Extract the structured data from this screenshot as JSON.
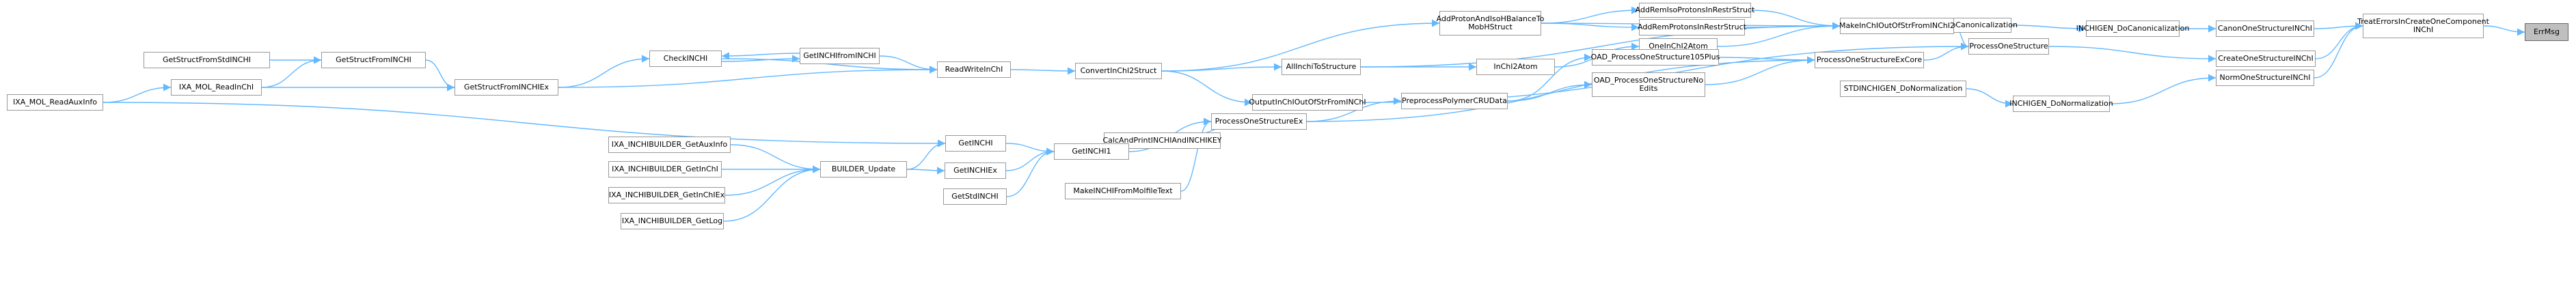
{
  "graph": {
    "edge_color": "#63b8ff",
    "nodes": [
      {
        "id": "ErrMsg",
        "label": "ErrMsg",
        "root": true
      },
      {
        "id": "TreatErrors",
        "label": "TreatErrorsInCreateOneComponent\nINChI"
      },
      {
        "id": "CanonOne",
        "label": "CanonOneStructureINChI"
      },
      {
        "id": "CreateOne",
        "label": "CreateOneStructureINChI"
      },
      {
        "id": "NormOne",
        "label": "NormOneStructureINChI"
      },
      {
        "id": "InchigenCanon",
        "label": "INCHIGEN_DoCanonicalization"
      },
      {
        "id": "StdInchigenCanon",
        "label": "STDINCHIGEN_DoCanonicalization"
      },
      {
        "id": "ProcessOne",
        "label": "ProcessOneStructure"
      },
      {
        "id": "InchigenNorm",
        "label": "INCHIGEN_DoNormalization"
      },
      {
        "id": "StdInchigenNorm",
        "label": "STDINCHIGEN_DoNormalization"
      },
      {
        "id": "MakeInChIOut",
        "label": "MakeInChIOutOfStrFromINChI2"
      },
      {
        "id": "ProcessOneEx",
        "label": "ProcessOneStructureExCore"
      },
      {
        "id": "AddRemIso",
        "label": "AddRemIsoProtonsInRestrStruct"
      },
      {
        "id": "AddRemProtons",
        "label": "AddRemProtonsInRestrStruct"
      },
      {
        "id": "OneInChI2Atom",
        "label": "OneInChI2Atom"
      },
      {
        "id": "OAD105",
        "label": "OAD_ProcessOneStructure105Plus"
      },
      {
        "id": "OADNoEdits",
        "label": "OAD_ProcessOneStructureNo\nEdits"
      },
      {
        "id": "AddProton",
        "label": "AddProtonAndIsoHBalanceTo\nMobHStruct"
      },
      {
        "id": "InChI2Atom",
        "label": "InChI2Atom"
      },
      {
        "id": "Preprocess",
        "label": "PreprocessPolymerCRUData"
      },
      {
        "id": "AllInchi",
        "label": "AllInchiToStructure"
      },
      {
        "id": "ProcessOneStrEx",
        "label": "ProcessOneStructureEx"
      },
      {
        "id": "ConvertInChI2",
        "label": "ConvertInChI2Struct"
      },
      {
        "id": "OutputInChI",
        "label": "OutputInChIOutOfStrFromINChI"
      },
      {
        "id": "CalcAndPrint",
        "label": "CalcAndPrintINCHIAndINCHIKEY"
      },
      {
        "id": "GetINCHI1",
        "label": "GetINCHI1"
      },
      {
        "id": "MakeINCHIMolfile",
        "label": "MakeINCHIFromMolfileText"
      },
      {
        "id": "ReadWrite",
        "label": "ReadWriteInChI"
      },
      {
        "id": "GetINCHI",
        "label": "GetINCHI"
      },
      {
        "id": "GetINCHIEx",
        "label": "GetINCHIEx"
      },
      {
        "id": "GetStdINCHI",
        "label": "GetStdINCHI"
      },
      {
        "id": "GetINCHIfromINCHI",
        "label": "GetINCHIfromINCHI"
      },
      {
        "id": "CheckINCHI",
        "label": "CheckINCHI"
      },
      {
        "id": "GetStructINCHIEx",
        "label": "GetStructFromINCHIEx"
      },
      {
        "id": "BuilderUpdate",
        "label": "BUILDER_Update"
      },
      {
        "id": "GetStructINCHI",
        "label": "GetStructFromINCHI"
      },
      {
        "id": "MolReadInchi",
        "label": "IXA_MOL_ReadInChI"
      },
      {
        "id": "BuilderGetAux",
        "label": "IXA_INCHIBUILDER_GetAuxInfo"
      },
      {
        "id": "BuilderGetInChI",
        "label": "IXA_INCHIBUILDER_GetInChI"
      },
      {
        "id": "BuilderGetInChIEx",
        "label": "IXA_INCHIBUILDER_GetInChIEx"
      },
      {
        "id": "BuilderGetLog",
        "label": "IXA_INCHIBUILDER_GetLog"
      },
      {
        "id": "GetStructStd",
        "label": "GetStructFromStdINCHI"
      },
      {
        "id": "MolReadAux",
        "label": "IXA_MOL_ReadAuxInfo"
      }
    ],
    "edges": [
      [
        "TreatErrors",
        "ErrMsg"
      ],
      [
        "CanonOne",
        "TreatErrors"
      ],
      [
        "CreateOne",
        "TreatErrors"
      ],
      [
        "NormOne",
        "TreatErrors"
      ],
      [
        "InchigenCanon",
        "CanonOne"
      ],
      [
        "StdInchigenCanon",
        "InchigenCanon"
      ],
      [
        "ProcessOne",
        "CreateOne"
      ],
      [
        "InchigenNorm",
        "NormOne"
      ],
      [
        "StdInchigenNorm",
        "InchigenNorm"
      ],
      [
        "MakeInChIOut",
        "ProcessOne"
      ],
      [
        "ProcessOneEx",
        "ProcessOne"
      ],
      [
        "OutputInChI",
        "ProcessOne"
      ],
      [
        "AddRemIso",
        "MakeInChIOut"
      ],
      [
        "AddRemProtons",
        "MakeInChIOut"
      ],
      [
        "OneInChI2Atom",
        "MakeInChIOut"
      ],
      [
        "AddProton",
        "MakeInChIOut"
      ],
      [
        "AllInchi",
        "MakeInChIOut"
      ],
      [
        "OAD105",
        "ProcessOneEx"
      ],
      [
        "OADNoEdits",
        "ProcessOneEx"
      ],
      [
        "ProcessOneStrEx",
        "ProcessOneEx"
      ],
      [
        "AddProton",
        "AddRemIso"
      ],
      [
        "AddProton",
        "AddRemProtons"
      ],
      [
        "InChI2Atom",
        "OneInChI2Atom"
      ],
      [
        "Preprocess",
        "OAD105"
      ],
      [
        "Preprocess",
        "OADNoEdits"
      ],
      [
        "ConvertInChI2",
        "AddProton"
      ],
      [
        "AllInchi",
        "InChI2Atom"
      ],
      [
        "ProcessOneStrEx",
        "Preprocess"
      ],
      [
        "ConvertInChI2",
        "AllInchi"
      ],
      [
        "ConvertInChI2",
        "OutputInChI"
      ],
      [
        "CalcAndPrint",
        "ProcessOneStrEx"
      ],
      [
        "GetINCHI1",
        "ProcessOneStrEx"
      ],
      [
        "MakeINCHIMolfile",
        "ProcessOneStrEx"
      ],
      [
        "ReadWrite",
        "ConvertInChI2"
      ],
      [
        "GetINCHI",
        "GetINCHI1"
      ],
      [
        "GetINCHIEx",
        "GetINCHI1"
      ],
      [
        "GetStdINCHI",
        "GetINCHI1"
      ],
      [
        "GetINCHIfromINCHI",
        "ReadWrite"
      ],
      [
        "CheckINCHI",
        "ReadWrite"
      ],
      [
        "GetStructINCHIEx",
        "ReadWrite"
      ],
      [
        "BuilderUpdate",
        "GetINCHI"
      ],
      [
        "BuilderUpdate",
        "GetINCHIEx"
      ],
      [
        "MolReadAux",
        "GetINCHI"
      ],
      [
        "CheckINCHI",
        "GetINCHIfromINCHI"
      ],
      [
        "GetINCHIfromINCHI",
        "CheckINCHI"
      ],
      [
        "GetStructINCHIEx",
        "CheckINCHI"
      ],
      [
        "GetStructINCHI",
        "GetStructINCHIEx"
      ],
      [
        "MolReadInchi",
        "GetStructINCHIEx"
      ],
      [
        "BuilderGetAux",
        "BuilderUpdate"
      ],
      [
        "BuilderGetInChI",
        "BuilderUpdate"
      ],
      [
        "BuilderGetInChIEx",
        "BuilderUpdate"
      ],
      [
        "BuilderGetLog",
        "BuilderUpdate"
      ],
      [
        "GetStructStd",
        "GetStructINCHI"
      ],
      [
        "MolReadInchi",
        "GetStructINCHI"
      ],
      [
        "MolReadAux",
        "MolReadInchi"
      ]
    ]
  }
}
